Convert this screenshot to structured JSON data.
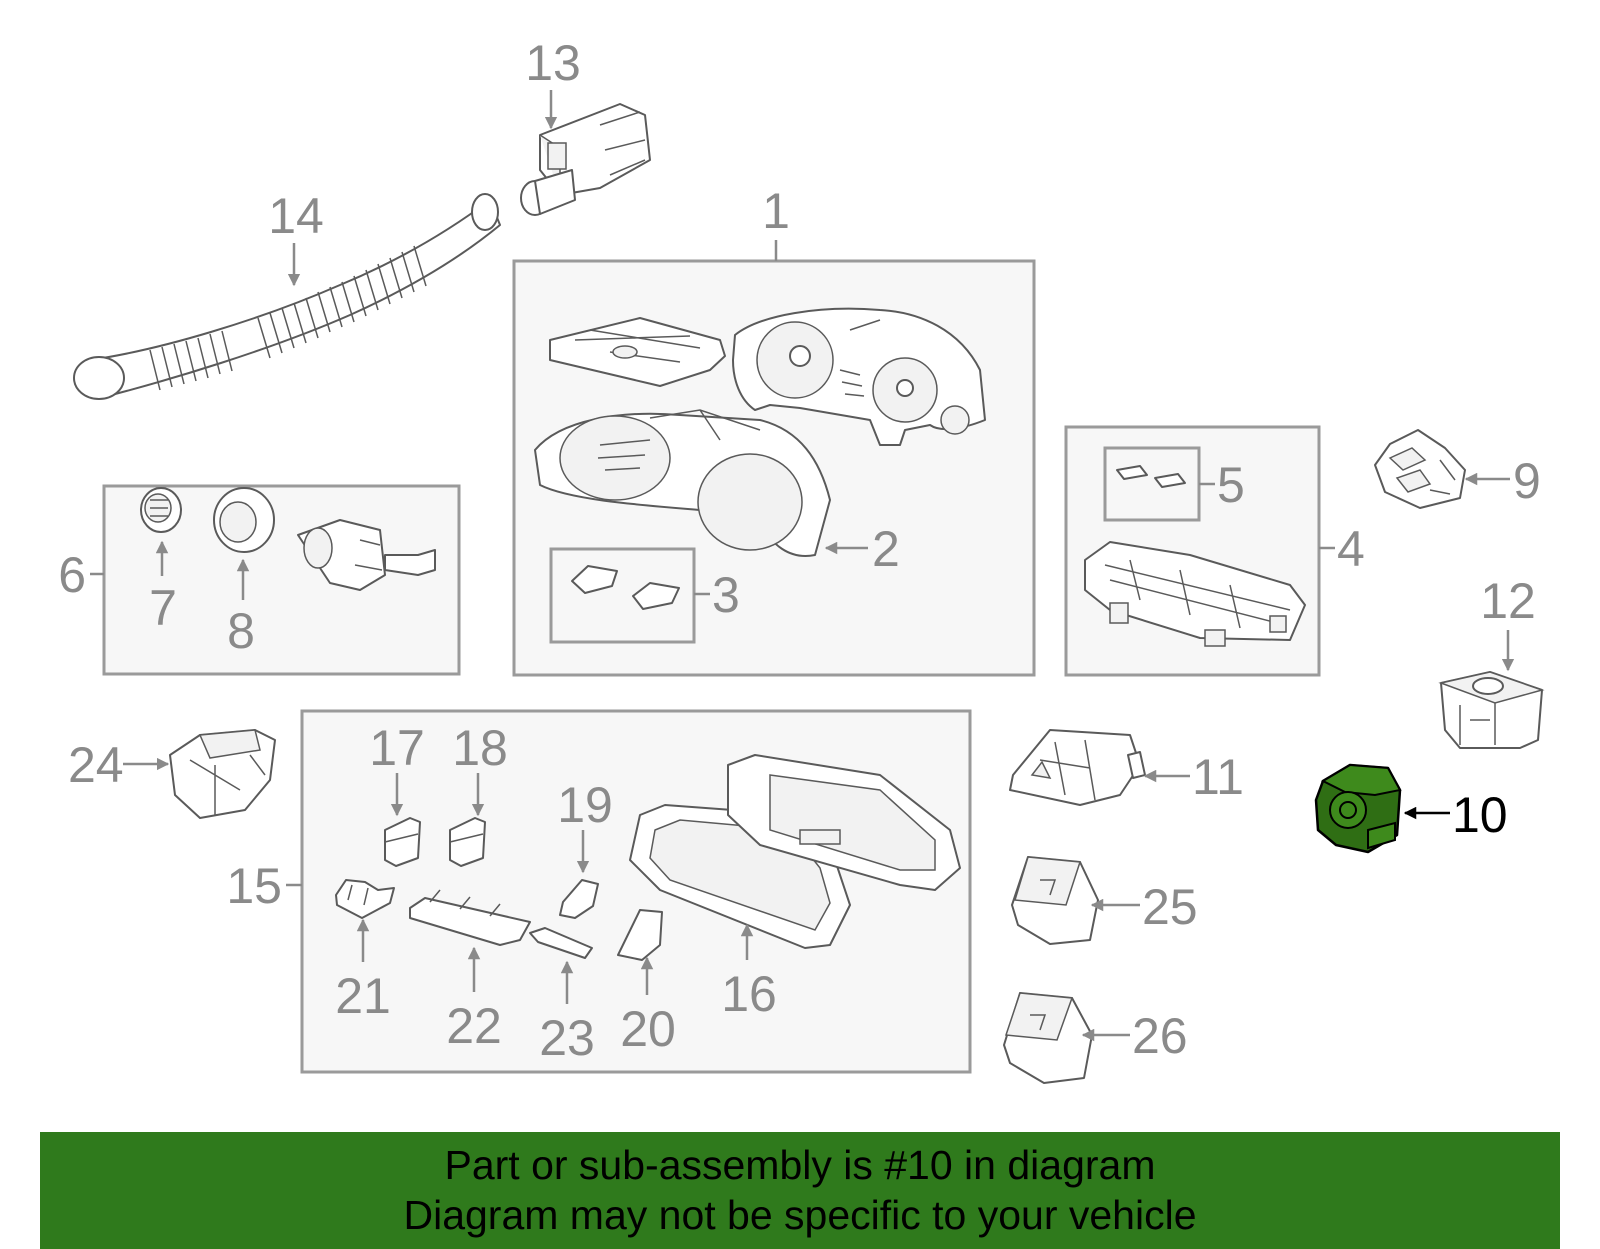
{
  "callouts": {
    "c1": "1",
    "c2": "2",
    "c3": "3",
    "c4": "4",
    "c5": "5",
    "c6": "6",
    "c7": "7",
    "c8": "8",
    "c9": "9",
    "c10": "10",
    "c11": "11",
    "c12": "12",
    "c13": "13",
    "c14": "14",
    "c15": "15",
    "c16": "16",
    "c17": "17",
    "c18": "18",
    "c19": "19",
    "c20": "20",
    "c21": "21",
    "c22": "22",
    "c23": "23",
    "c24": "24",
    "c25": "25",
    "c26": "26"
  },
  "highlighted_part": "10",
  "colors": {
    "highlight": "#2f6e14",
    "banner": "#2f7a1c",
    "label": "#8a8a8a"
  },
  "banner": {
    "line1": "Part or sub-assembly is #10 in diagram",
    "line2": "Diagram may not be specific to your vehicle"
  }
}
